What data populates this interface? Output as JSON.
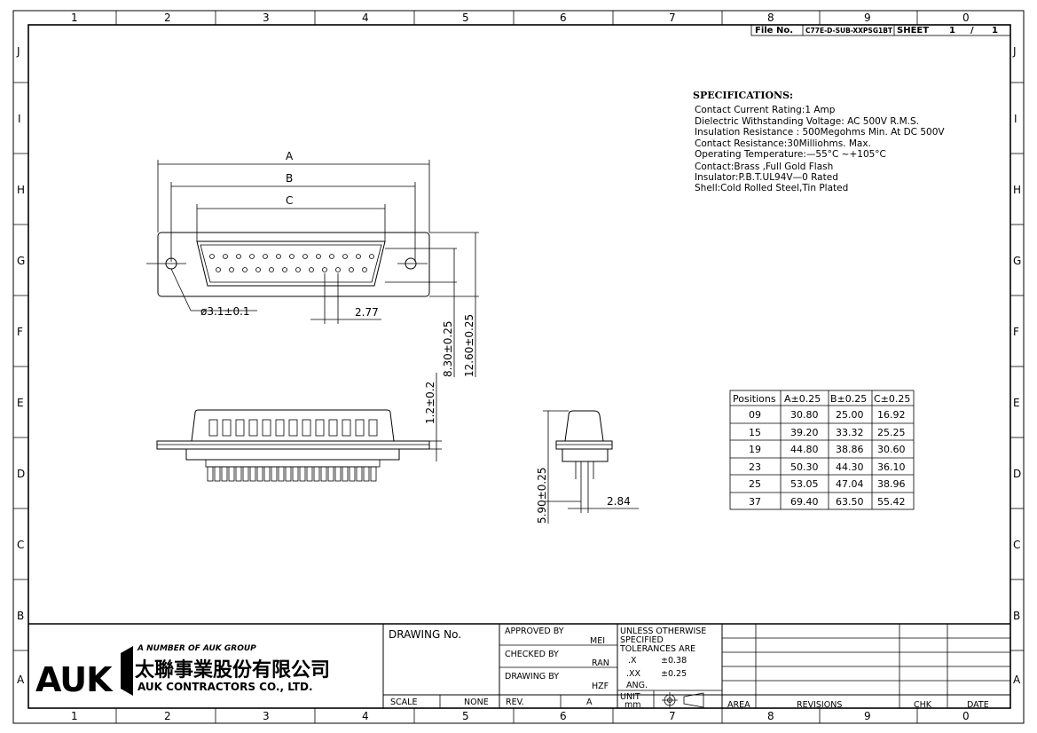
{
  "header": {
    "file_no_label": "File No.",
    "file_no": "C77E-D-SUB-XXPSG1BT",
    "sheet_label": "SHEET",
    "sheet_no": "1",
    "sheet_sep": "/",
    "sheet_total": "1"
  },
  "grid": {
    "cols": [
      "1",
      "2",
      "3",
      "4",
      "5",
      "6",
      "7",
      "8",
      "9",
      "0"
    ],
    "rows": [
      "J",
      "I",
      "H",
      "G",
      "F",
      "E",
      "D",
      "C",
      "B",
      "A"
    ]
  },
  "specs": {
    "title": "SPECIFICATIONS:",
    "lines": [
      "Contact  Current  Rating:1  Amp",
      "Dielectric  Withstanding  Voltage:  AC  500V  R.M.S.",
      "Insulation  Resistance  :  500Megohms  Min.  At  DC  500V",
      "Contact  Resistance:30Milliohms.  Max.",
      "Operating  Temperature:—55°C  ~+105°C",
      "Contact:Brass  ,Full  Gold  Flash",
      "Insulator:P.B.T.UL94V—0  Rated",
      "Shell:Cold  Rolled  Steel,Tin  Plated"
    ]
  },
  "dims": {
    "a": "A",
    "b": "B",
    "c": "C",
    "hole": "ø3.1±0.1",
    "pitch": "2.77",
    "h1": "8.30±0.25",
    "h2": "12.60±0.25",
    "flange": "1.2±0.2",
    "side_h": "5.90±0.25",
    "side_w": "2.84"
  },
  "table": {
    "headers": [
      "Positions",
      "A±0.25",
      "B±0.25",
      "C±0.25"
    ],
    "rows": [
      [
        "09",
        "30.80",
        "25.00",
        "16.92"
      ],
      [
        "15",
        "39.20",
        "33.32",
        "25.25"
      ],
      [
        "19",
        "44.80",
        "38.86",
        "30.60"
      ],
      [
        "23",
        "50.30",
        "44.30",
        "36.10"
      ],
      [
        "25",
        "53.05",
        "47.04",
        "38.96"
      ],
      [
        "37",
        "69.40",
        "63.50",
        "55.42"
      ]
    ]
  },
  "title_block": {
    "logo": "AUK",
    "group": "A NUMBER OF AUK GROUP",
    "company_cn": "太聯事業股份有限公司",
    "company_en": "AUK CONTRACTORS CO., LTD.",
    "drawing_no_label": "DRAWING  No.",
    "approved_label": "APPROVED  BY",
    "approved_by": "MEI",
    "checked_label": "CHECKED  BY",
    "checked_by": "RAN",
    "drawing_by_label": "DRAWING  BY",
    "drawing_by": "HZF",
    "unless": "UNLESS  OTHERWISE",
    "specified": "SPECIFIED",
    "tolerances": "TOLERANCES  ARE",
    "tol_x_label": ".X",
    "tol_x": "±0.38",
    "tol_xx_label": ".XX",
    "tol_xx": "±0.25",
    "ang_label": "ANG.",
    "unit_label": "UNIT",
    "unit": "mm",
    "scale_label": "SCALE",
    "scale": "NONE",
    "rev_label": "REV.",
    "rev": "A",
    "area_label": "AREA",
    "revisions_label": "REVISIONS",
    "chk_label": "CHK",
    "date_label": "DATE"
  }
}
